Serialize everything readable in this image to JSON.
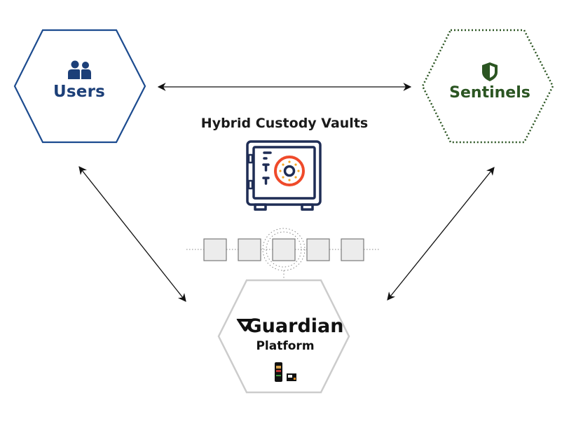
{
  "diagram": {
    "title": "Hybrid Custody Vaults",
    "nodes": {
      "users": {
        "label": "Users",
        "icon": "users-icon",
        "border_style": "solid",
        "color": "#1c3f78"
      },
      "sentinels": {
        "label": "Sentinels",
        "icon": "shield-icon",
        "border_style": "dotted",
        "color": "#2b5522"
      },
      "guardian": {
        "label": "Guardian",
        "sublabel": "Platform",
        "icon": "guardian-logo-icon",
        "device_icon": "hardware-devices-icon",
        "border_style": "solid",
        "color": "#cccccc"
      }
    },
    "center": {
      "title": "Hybrid Custody Vaults",
      "icon": "safe-vault-icon",
      "vault_colors": {
        "body": "#1f2d55",
        "dial": "#ef4a2a",
        "dots": "#f5a623"
      },
      "blockchain": {
        "blocks": 5,
        "highlighted_block": 3,
        "block_fill": "#ececec",
        "block_border": "#7a7a7a"
      }
    },
    "edges": [
      {
        "from": "users",
        "to": "sentinels",
        "type": "bidirectional"
      },
      {
        "from": "users",
        "to": "guardian",
        "type": "bidirectional"
      },
      {
        "from": "sentinels",
        "to": "guardian",
        "type": "bidirectional"
      }
    ]
  }
}
